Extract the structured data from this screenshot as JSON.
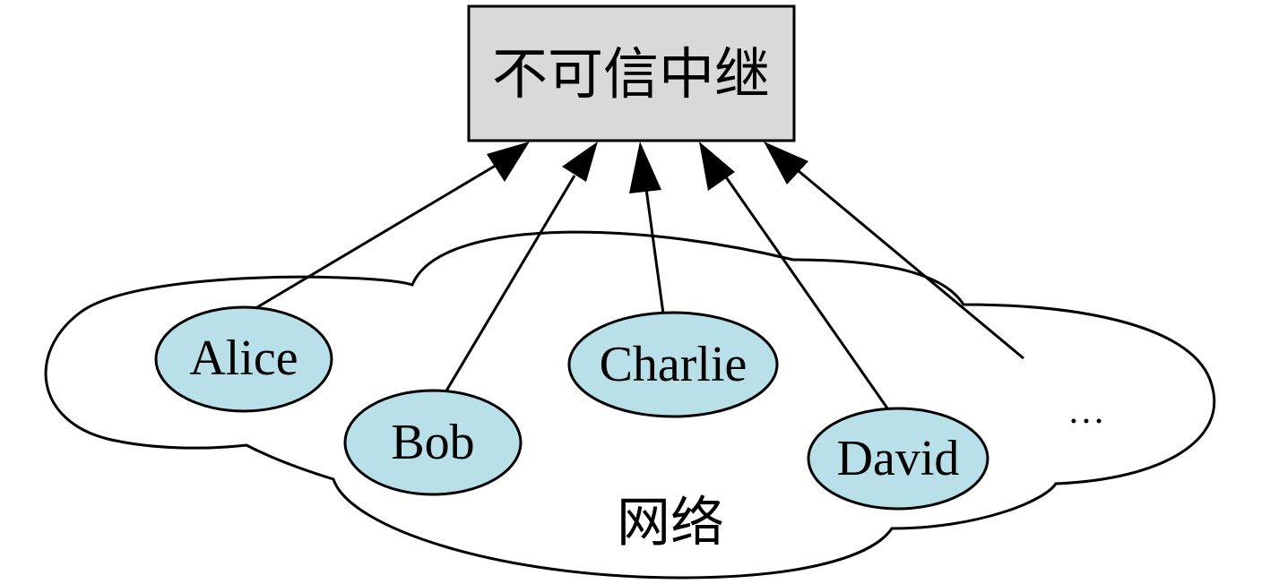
{
  "relay": {
    "label": "不可信中继"
  },
  "network": {
    "label": "网络"
  },
  "nodes": [
    {
      "id": "alice",
      "label": "Alice"
    },
    {
      "id": "bob",
      "label": "Bob"
    },
    {
      "id": "charlie",
      "label": "Charlie"
    },
    {
      "id": "david",
      "label": "David"
    }
  ],
  "more": {
    "label": "…"
  },
  "colors": {
    "relay_fill": "#d9d9d9",
    "node_fill": "#b9dfe9",
    "stroke": "#000000",
    "cloud_fill": "#ffffff"
  }
}
